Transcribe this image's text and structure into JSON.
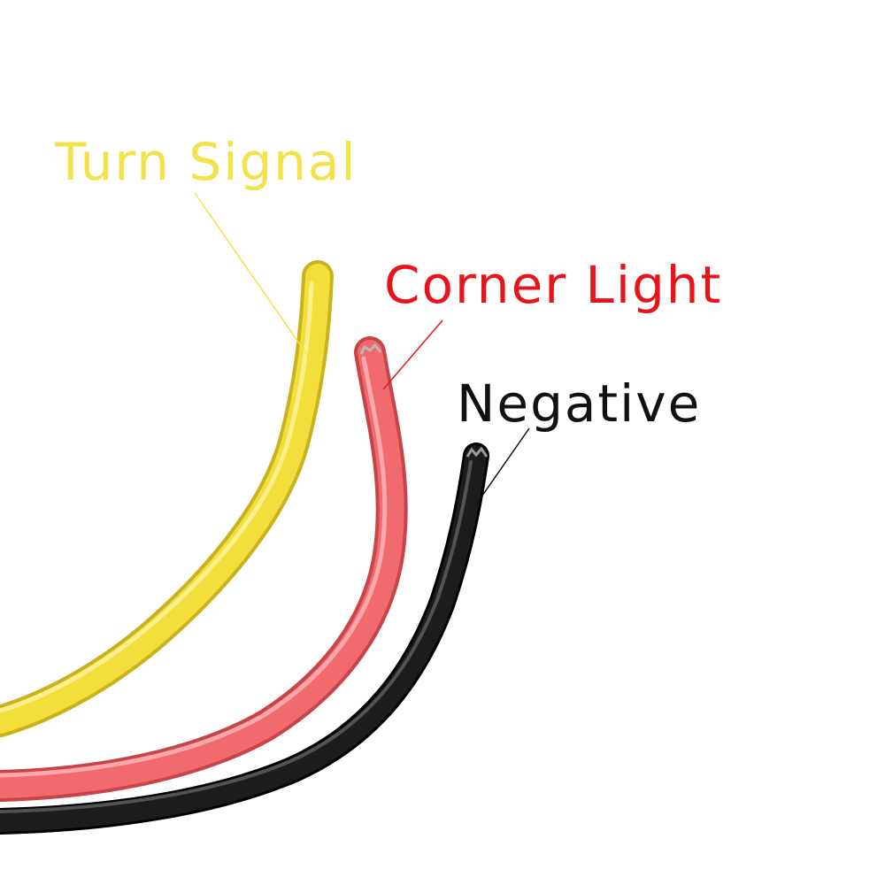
{
  "labels": {
    "turn_signal": "Turn Signal",
    "corner_light": "Corner Light",
    "negative": "Negative"
  },
  "colors": {
    "background": "#ffffff",
    "turn_signal_text": "#f2e34a",
    "turn_signal_wire": "#f3df3c",
    "turn_signal_wire_shade": "#c9b21e",
    "corner_light_text": "#e8141b",
    "corner_light_wire": "#f06a6e",
    "corner_light_wire_shade": "#c94448",
    "negative_text": "#111111",
    "negative_wire": "#1c1c1c",
    "negative_wire_shade": "#000000"
  }
}
